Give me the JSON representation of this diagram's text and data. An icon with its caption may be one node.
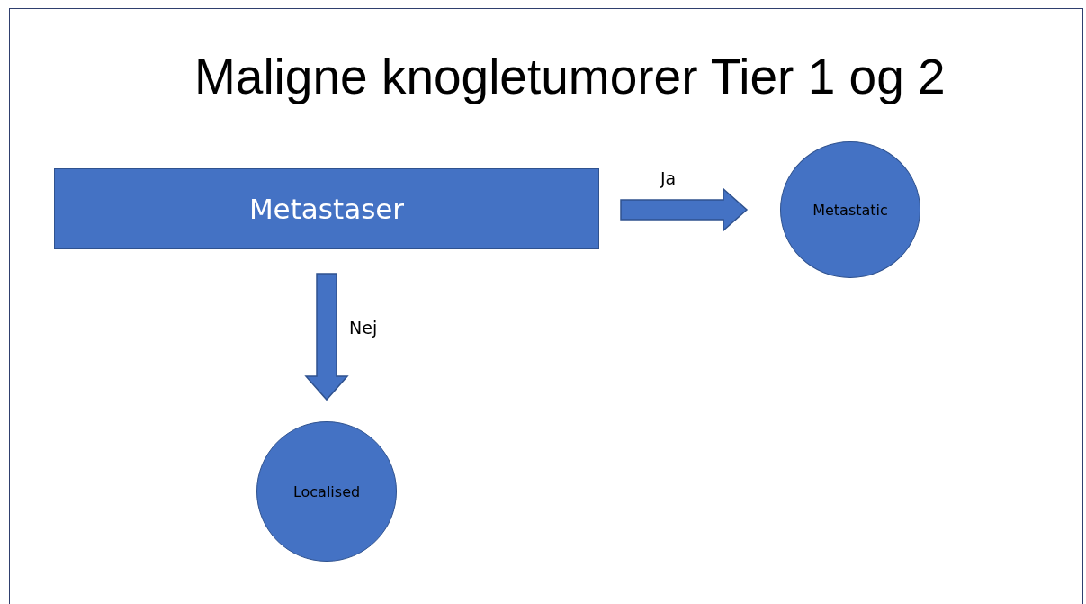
{
  "diagram": {
    "title": "Maligne knogletumorer Tier 1 og 2",
    "nodes": [
      {
        "text": [
          "Metastaser"
        ]
      },
      {
        "text": [
          "Metastatic"
        ]
      },
      {
        "text": [
          "Localised"
        ]
      }
    ],
    "edges": [
      {
        "from": 0,
        "to": 1,
        "arrow": "to",
        "label": "Ja"
      },
      {
        "from": 0,
        "to": 2,
        "arrow": "to",
        "label": "Nej"
      }
    ]
  }
}
